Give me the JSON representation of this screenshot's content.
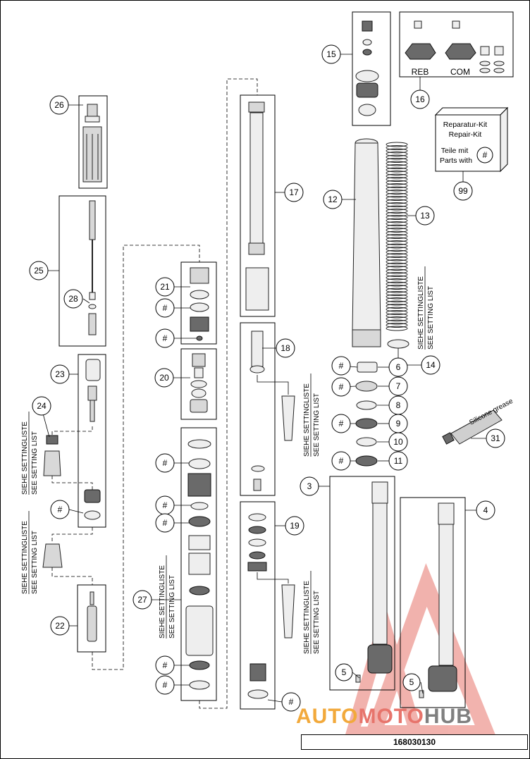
{
  "callouts": {
    "c3": "3",
    "c4": "4",
    "c5a": "5",
    "c5b": "5",
    "c6": "6",
    "c7": "7",
    "c8": "8",
    "c9": "9",
    "c10": "10",
    "c11": "11",
    "c12": "12",
    "c13": "13",
    "c14": "14",
    "c15": "15",
    "c16": "16",
    "c17": "17",
    "c18": "18",
    "c19": "19",
    "c20": "20",
    "c21": "21",
    "c22": "22",
    "c23": "23",
    "c24": "24",
    "c25": "25",
    "c26": "26",
    "c27": "27",
    "c28": "28",
    "c31": "31",
    "c99": "99"
  },
  "hash_marker": "#",
  "adjuster_labels": {
    "rebound": "REB",
    "compression": "COM"
  },
  "repair_kit": {
    "line1": "Reparatur-Kit",
    "line2": "Repair-Kit",
    "line3": "Teile mit",
    "line4": "Parts with"
  },
  "setting_note": {
    "de": "SIEHE SETTINGLISTE",
    "en": "SEE SETTING LIST"
  },
  "grease_tube_label": "Silicone grease",
  "watermark": {
    "part1": "AUTO",
    "part2": "MOTO",
    "part3": "HUB"
  },
  "document_number": "168030130",
  "colors": {
    "watermark_orange": "#f2a93b",
    "watermark_red": "#e7746b",
    "watermark_gray": "#7f7f7f",
    "line": "#000000"
  }
}
